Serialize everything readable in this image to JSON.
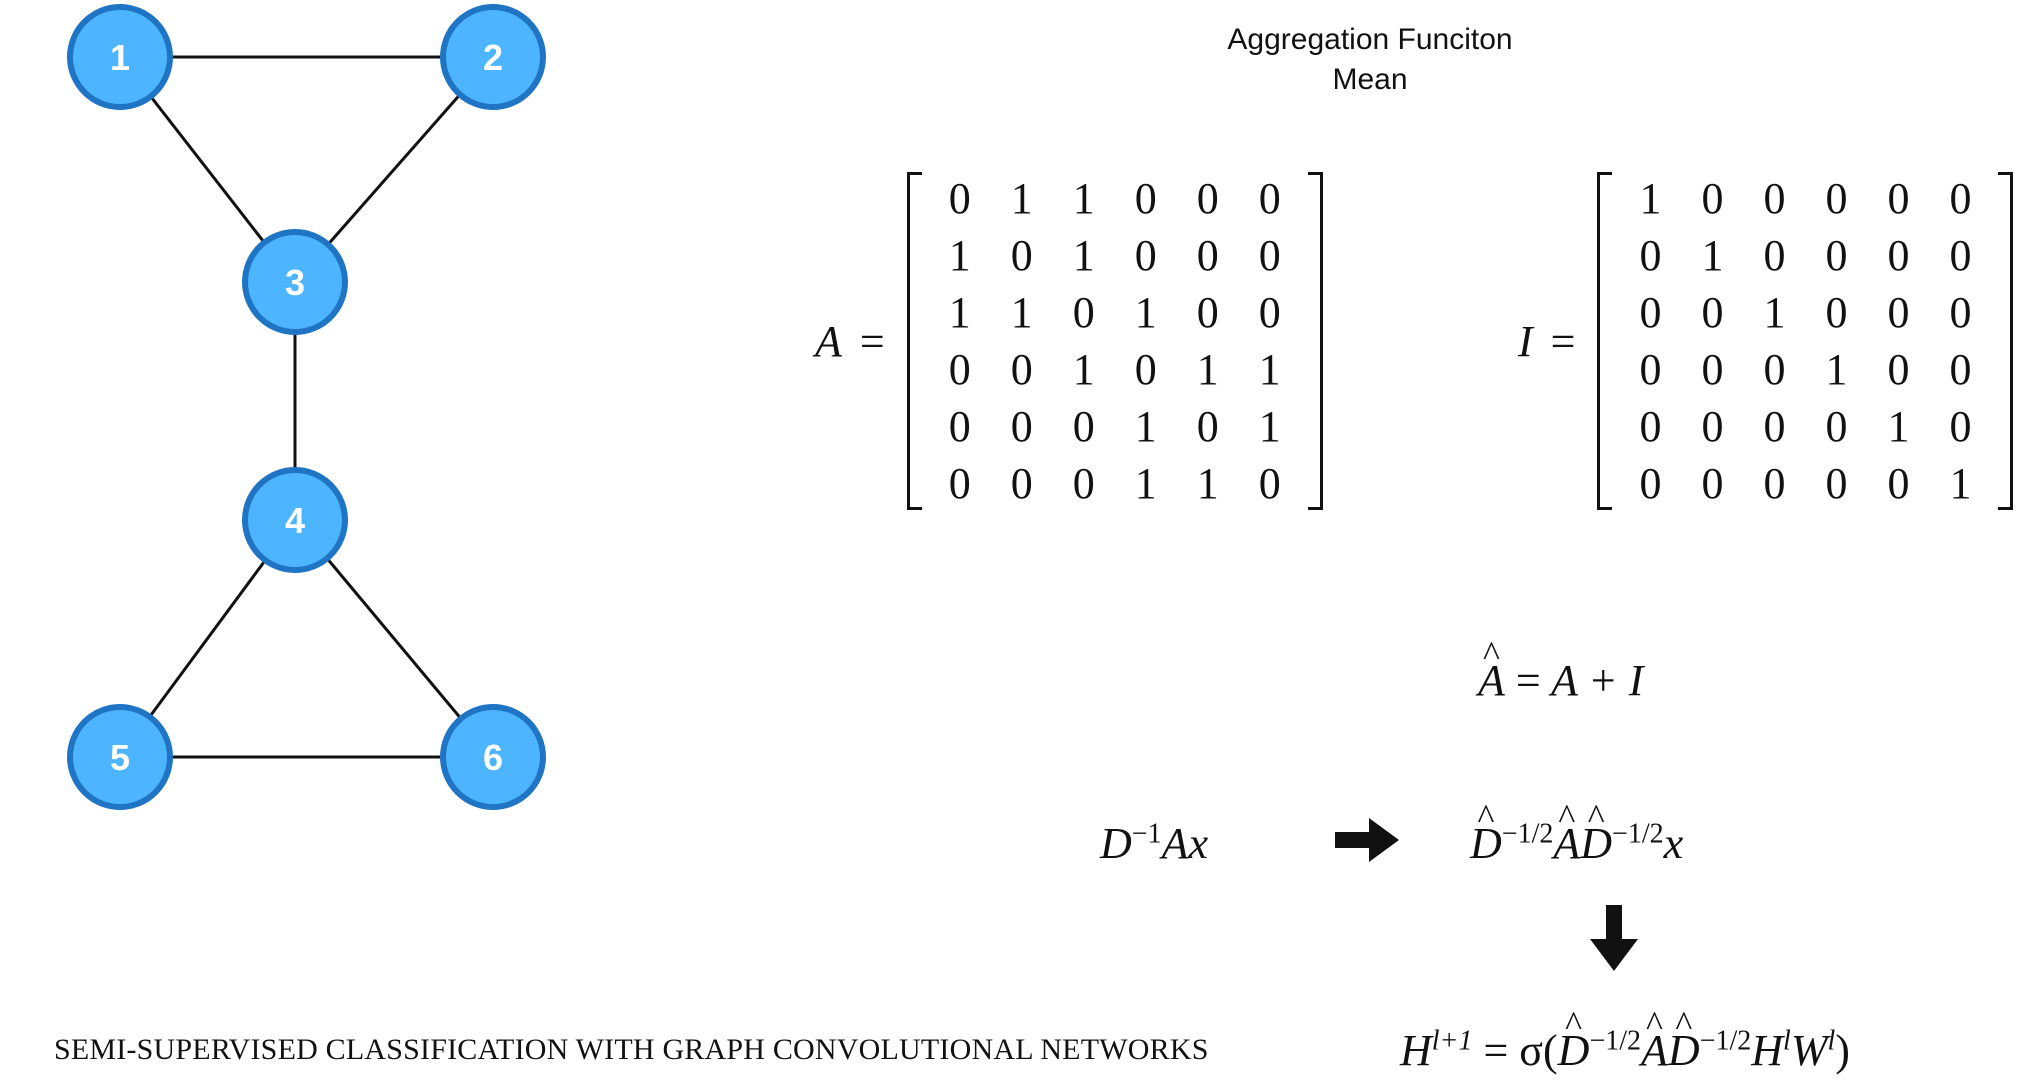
{
  "title": {
    "line1": "Aggregation Funciton",
    "line2": "Mean"
  },
  "graph": {
    "nodes": [
      {
        "id": "1",
        "label": "1"
      },
      {
        "id": "2",
        "label": "2"
      },
      {
        "id": "3",
        "label": "3"
      },
      {
        "id": "4",
        "label": "4"
      },
      {
        "id": "5",
        "label": "5"
      },
      {
        "id": "6",
        "label": "6"
      }
    ],
    "edges": [
      [
        "1",
        "2"
      ],
      [
        "1",
        "3"
      ],
      [
        "2",
        "3"
      ],
      [
        "3",
        "4"
      ],
      [
        "4",
        "5"
      ],
      [
        "4",
        "6"
      ],
      [
        "5",
        "6"
      ]
    ],
    "colors": {
      "node_fill": "#4db5ff",
      "node_stroke": "#1f74c4",
      "edge": "#111111"
    }
  },
  "matrix_a": {
    "label": "A",
    "eq": "=",
    "rows": [
      [
        "0",
        "1",
        "1",
        "0",
        "0",
        "0"
      ],
      [
        "1",
        "0",
        "1",
        "0",
        "0",
        "0"
      ],
      [
        "1",
        "1",
        "0",
        "1",
        "0",
        "0"
      ],
      [
        "0",
        "0",
        "1",
        "0",
        "1",
        "1"
      ],
      [
        "0",
        "0",
        "0",
        "1",
        "0",
        "1"
      ],
      [
        "0",
        "0",
        "0",
        "1",
        "1",
        "0"
      ]
    ]
  },
  "matrix_i": {
    "label": "I",
    "eq": "=",
    "rows": [
      [
        "1",
        "0",
        "0",
        "0",
        "0",
        "0"
      ],
      [
        "0",
        "1",
        "0",
        "0",
        "0",
        "0"
      ],
      [
        "0",
        "0",
        "1",
        "0",
        "0",
        "0"
      ],
      [
        "0",
        "0",
        "0",
        "1",
        "0",
        "0"
      ],
      [
        "0",
        "0",
        "0",
        "0",
        "1",
        "0"
      ],
      [
        "0",
        "0",
        "0",
        "0",
        "0",
        "1"
      ]
    ]
  },
  "formulas": {
    "a_hat": {
      "lhs": "A",
      "eq": "=",
      "rhs": "A + I"
    },
    "mean_agg": {
      "base": "D",
      "exp": "−1",
      "rest": "Ax"
    },
    "sym_norm": {
      "d1": "D",
      "exp1": "−1/2",
      "a": "A",
      "d2": "D",
      "exp2": "−1/2",
      "x": "x"
    },
    "gcn": {
      "h": "H",
      "exp": "l+1",
      "eq": "= σ(",
      "d1": "D",
      "exp1": "−1/2",
      "a": "A",
      "d2": "D",
      "exp2": "−1/2",
      "h2": "H",
      "exp3": "l",
      "w": "W",
      "exp4": "l",
      "close": ")"
    }
  },
  "caption": "SEMI-SUPERVISED CLASSIFICATION WITH GRAPH CONVOLUTIONAL NETWORKS"
}
